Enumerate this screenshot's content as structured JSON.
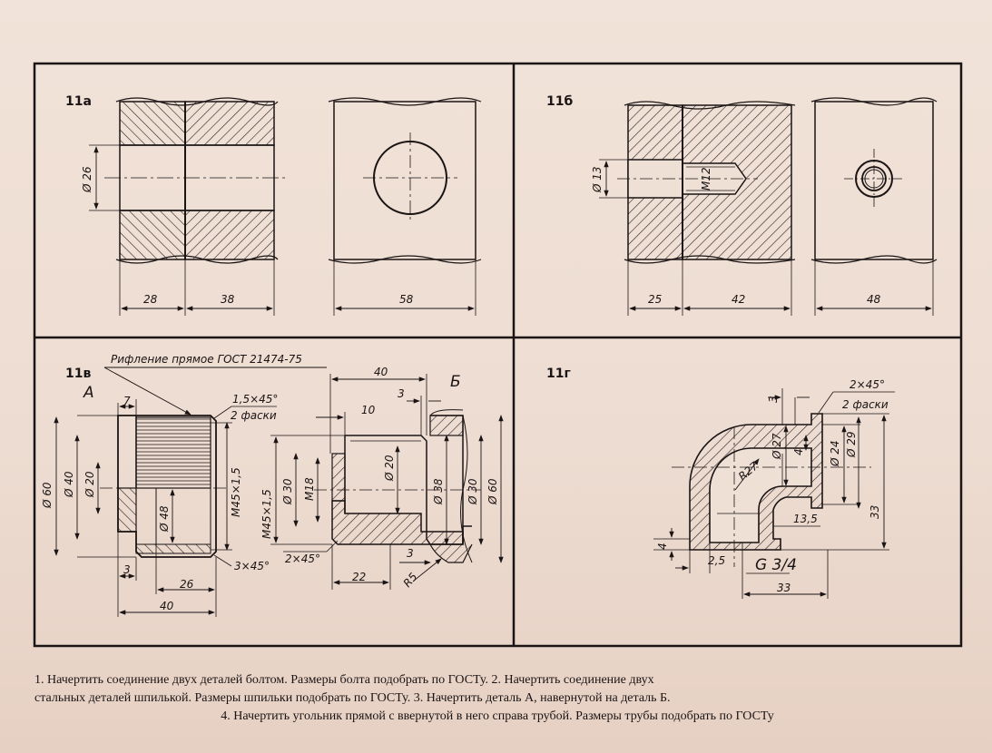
{
  "panels": {
    "a": {
      "label": "11а",
      "dims": {
        "dia": "Ø 26",
        "w1": "28",
        "w2": "38",
        "w3": "58"
      }
    },
    "b": {
      "label": "11б",
      "dims": {
        "dia": "Ø 13",
        "thread": "M12",
        "w1": "25",
        "w2": "42",
        "w3": "48"
      }
    },
    "v": {
      "label": "11в",
      "note": "Рифление прямое ГОСТ 21474-75",
      "part_a": "А",
      "part_b": "Б",
      "dims": {
        "d60": "Ø 60",
        "d40": "Ø 40",
        "d20": "Ø 20",
        "d48": "Ø 48",
        "m45": "M45×1,5",
        "chamfer": "1,5×45°",
        "chamfer_note": "2 фаски",
        "w7": "7",
        "w3": "3",
        "w26": "26",
        "w40": "40",
        "ch3x45": "3×45°",
        "b40": "40",
        "b3": "3",
        "b10": "10",
        "m45b": "M45×1,5",
        "d30": "Ø 30",
        "m18": "M18",
        "d20b": "Ø 20",
        "d38": "Ø 38",
        "d30b": "Ø 30",
        "d60b": "Ø 60",
        "ch2x45": "2×45°",
        "b3b": "3",
        "b22": "22",
        "r5": "R5"
      }
    },
    "g": {
      "label": "11г",
      "dims": {
        "ch": "2×45°",
        "ch_note": "2 фаски",
        "w3": "3",
        "d27": "Ø 27",
        "w4": "4",
        "d24": "Ø 24",
        "d29": "Ø 29",
        "r27": "R27",
        "w33v": "33",
        "w135": "13,5",
        "w4b": "4",
        "w25": "2,5",
        "g": "G 3/4",
        "w33": "33"
      }
    }
  },
  "caption": {
    "line1": "1. Начертить соединение двух деталей болтом. Размеры болта подобрать по ГОСТу. 2. Начертить соединение двух",
    "line2": "стальных деталей шпилькой. Размеры шпильки подобрать по ГОСТу. 3. Начертить деталь А, навернутой на деталь Б.",
    "line3": "4. Начертить угольник прямой с ввернутой в него справа трубой. Размеры трубы подобрать по ГОСТу"
  }
}
